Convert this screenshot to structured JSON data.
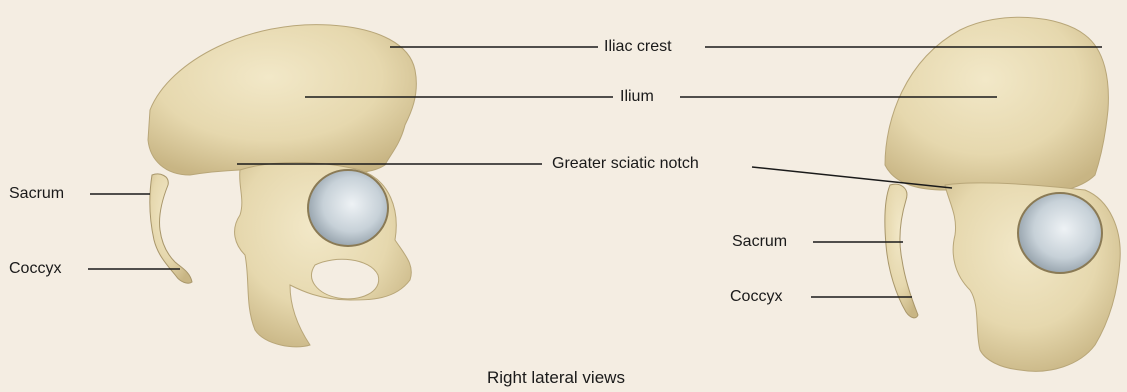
{
  "labels": {
    "iliac_crest": "Iliac crest",
    "ilium": "Ilium",
    "greater_sciatic_notch": "Greater sciatic notch",
    "sacrum_left": "Sacrum",
    "coccyx_left": "Coccyx",
    "sacrum_right": "Sacrum",
    "coccyx_right": "Coccyx"
  },
  "caption": "Right lateral views",
  "colors": {
    "background": "#f4ede2",
    "bone": "#e8dcb7",
    "bone_shadow": "#c9b98b",
    "bone_dark": "#a8966a",
    "acetabulum": "#c9d3da",
    "leader_line": "#1a1a1a"
  }
}
